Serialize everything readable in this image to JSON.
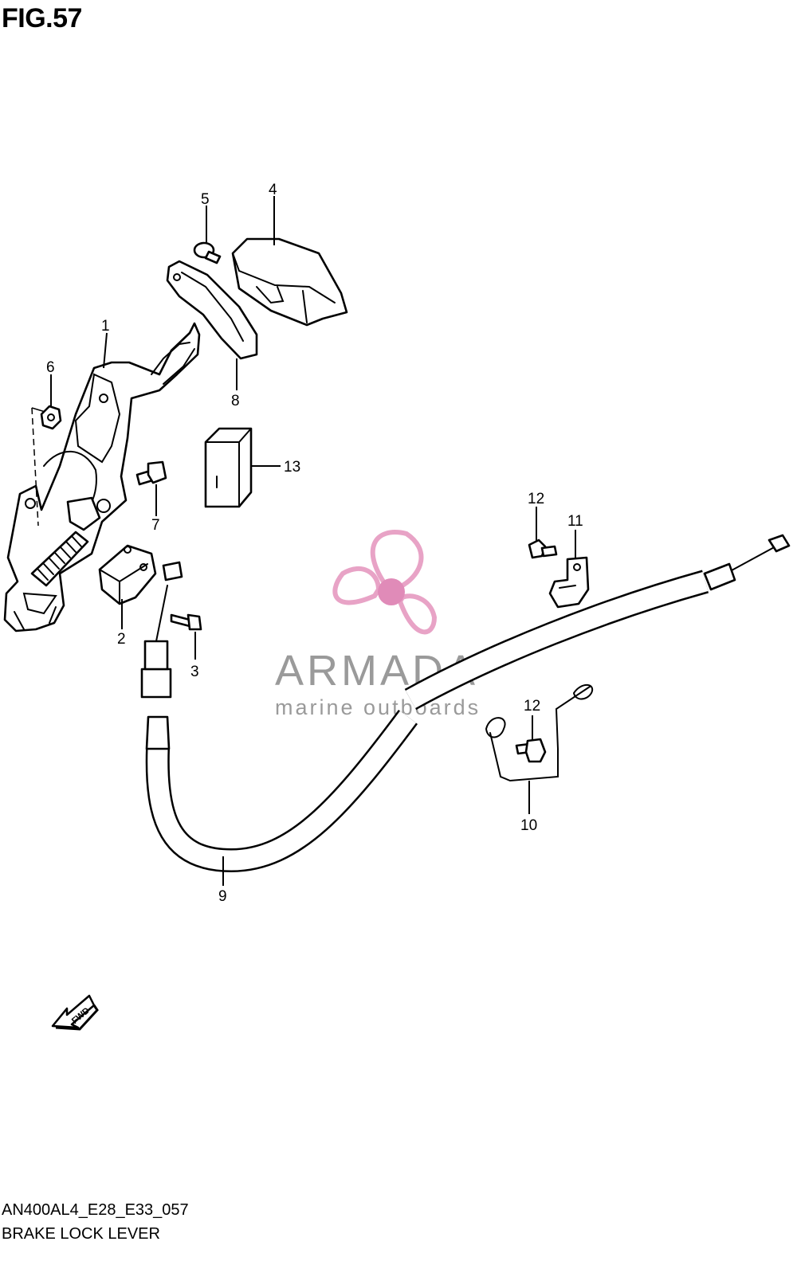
{
  "figure": {
    "title": "FIG.57",
    "code": "AN400AL4_E28_E33_057",
    "name": "BRAKE LOCK LEVER"
  },
  "callouts": [
    "1",
    "2",
    "3",
    "4",
    "5",
    "6",
    "7",
    "8",
    "9",
    "10",
    "11",
    "12",
    "13"
  ],
  "callout_12b": "12",
  "fwd_arrow": {
    "label": "FWD",
    "icon": "forward-arrow-icon"
  },
  "watermark": {
    "brand": "ARMADA",
    "tagline": "marine outboards",
    "logo_icon": "propeller-logo-icon",
    "colors": {
      "propeller": "#e8a3c6",
      "hub": "#e08bb8",
      "text": "#9a9a9a"
    }
  }
}
